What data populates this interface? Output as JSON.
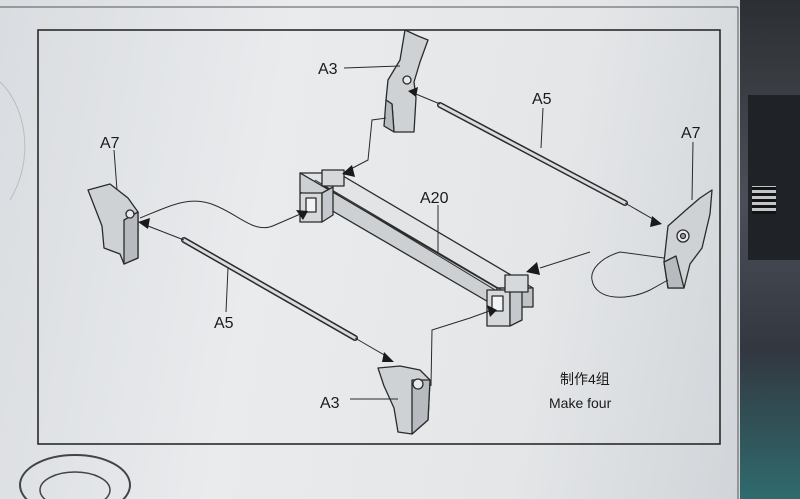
{
  "labels": {
    "a3_top": "A3",
    "a5_top": "A5",
    "a7_left": "A7",
    "a7_right": "A7",
    "a20": "A20",
    "a5_bottom": "A5",
    "a3_bottom": "A3"
  },
  "note": {
    "chinese": "制作4组",
    "english": "Make four"
  }
}
